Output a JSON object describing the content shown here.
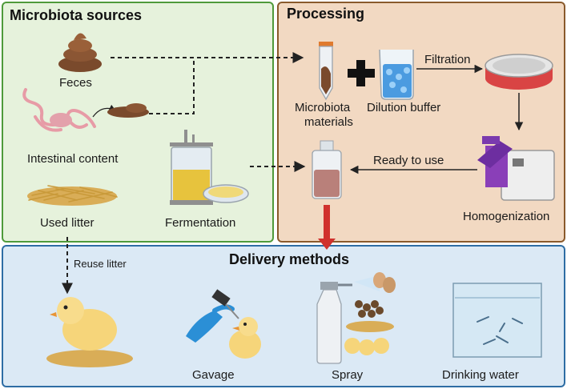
{
  "panels": {
    "sources_title": "Microbiota sources",
    "processing_title": "Processing",
    "delivery_title": "Delivery methods"
  },
  "sources": {
    "feces": "Feces",
    "intestinal": "Intestinal content",
    "litter": "Used litter",
    "fermentation": "Fermentation"
  },
  "processing": {
    "materials_line1": "Microbiota",
    "materials_line2": "materials",
    "buffer": "Dilution buffer",
    "filtration": "Filtration",
    "ready": "Ready to use",
    "homogenization": "Homogenization"
  },
  "delivery": {
    "reuse": "Reuse litter",
    "gavage": "Gavage",
    "spray": "Spray",
    "water": "Drinking water"
  },
  "colors": {
    "sources_bg": "#e6f2dc",
    "sources_border": "#4f9a3a",
    "processing_bg": "#f2d9c2",
    "processing_border": "#8a5a2c",
    "delivery_bg": "#dbe9f5",
    "delivery_border": "#2e6da4",
    "arrow_red": "#d0312d"
  }
}
